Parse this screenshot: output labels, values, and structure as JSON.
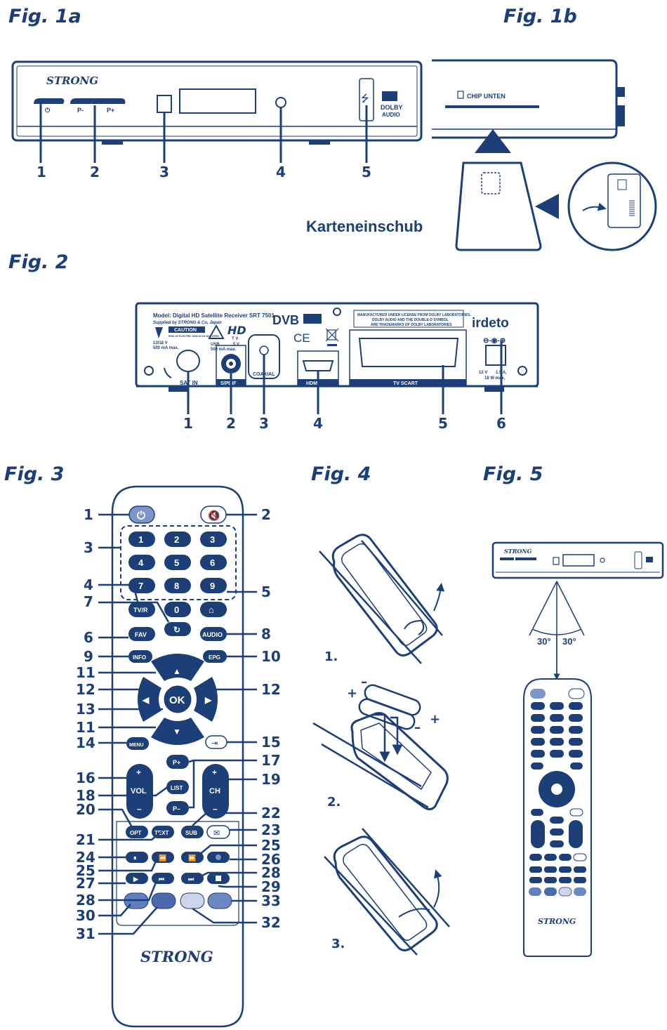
{
  "figures": {
    "fig1a": "Fig. 1a",
    "fig1b": "Fig. 1b",
    "fig2": "Fig. 2",
    "fig3": "Fig. 3",
    "fig4": "Fig. 4",
    "fig5": "Fig. 5"
  },
  "brand": "STRONG",
  "fig1a": {
    "callouts": [
      "1",
      "2",
      "3",
      "4",
      "5"
    ],
    "front_labels": {
      "power": "⏻",
      "p_minus": "P-",
      "p_plus": "P+",
      "dolby_1": "DOLBY",
      "dolby_2": "AUDIO"
    }
  },
  "fig1b": {
    "chip_label": "CHIP UNTEN",
    "card_slot_label": "Karteneinschub"
  },
  "fig2": {
    "model_line": "Model: Digital HD Satellite Receiver SRT 7501",
    "supplied_line": "Supplied by STRONG & Co, Japan",
    "caution": "CAUTION",
    "caution_sub": "RISK OF ELECTRIC SHOCK DO NOT OPEN",
    "lnb_power_1": "13/18 V",
    "lnb_power_2": "500 mA max.",
    "usb_power_1": "USB",
    "usb_power_2": "5 V",
    "usb_power_3": "500 mA max.",
    "hdtv": "HD",
    "hdtv_sub": "T V",
    "dvb": "DVB",
    "ce": "CE",
    "dolby_notice_1": "MANUFACTURED UNDER LICENSE FROM DOLBY LABORATORIES.",
    "dolby_notice_2": "DOLBY AUDIO AND THE DOUBLE-D SYMBOL",
    "dolby_notice_3": "ARE TRADEMARKS OF DOLBY LABORATORIES",
    "irdeto": "irdeto",
    "dc_power_1": "12 V",
    "dc_power_2": "1.5 A,",
    "dc_power_3": "18 W max.",
    "port_labels": {
      "sat_in": "SAT IN",
      "spdif": "S/PDIF",
      "coaxial": "COAXIAL",
      "hdmi": "HDMI",
      "scart": "TV SCART"
    },
    "callouts": [
      "1",
      "2",
      "3",
      "4",
      "5",
      "6"
    ]
  },
  "fig3": {
    "buttons": {
      "digits": [
        "1",
        "2",
        "3",
        "4",
        "5",
        "6",
        "7",
        "8",
        "9",
        "0"
      ],
      "tvr": "TV/R",
      "fav": "FAV",
      "audio": "AUDIO",
      "info": "INFO",
      "epg": "EPG",
      "ok": "OK",
      "menu": "MENU",
      "p_plus": "P+",
      "p_minus": "P–",
      "list": "LIST",
      "vol": "VOL",
      "ch": "CH",
      "plus": "+",
      "minus": "–",
      "opt": "OPT",
      "text": "TEXT",
      "sub": "SUB"
    },
    "callouts_left": [
      "1",
      "3",
      "4",
      "7",
      "6",
      "9",
      "11",
      "12",
      "13",
      "11",
      "14",
      "16",
      "18",
      "20",
      "21",
      "24",
      "25",
      "27",
      "28",
      "30",
      "31"
    ],
    "callouts_right": [
      "2",
      "5",
      "8",
      "10",
      "12",
      "15",
      "17",
      "19",
      "22",
      "23",
      "25",
      "26",
      "28",
      "29",
      "33",
      "32"
    ]
  },
  "fig4": {
    "steps": [
      "1.",
      "2.",
      "3."
    ],
    "polarity": {
      "plus": "+",
      "minus": "–"
    }
  },
  "fig5": {
    "angle_left": "30°",
    "angle_right": "30°"
  },
  "colors": {
    "ink": "#1d3f78",
    "button_fill": "#1d3f78",
    "power_button": "#7d95c9",
    "color_key_1": "#5f7fbf",
    "color_key_2": "#4b6aad",
    "color_key_3": "#cdd6e8",
    "color_key_4": "#6a88c4"
  }
}
